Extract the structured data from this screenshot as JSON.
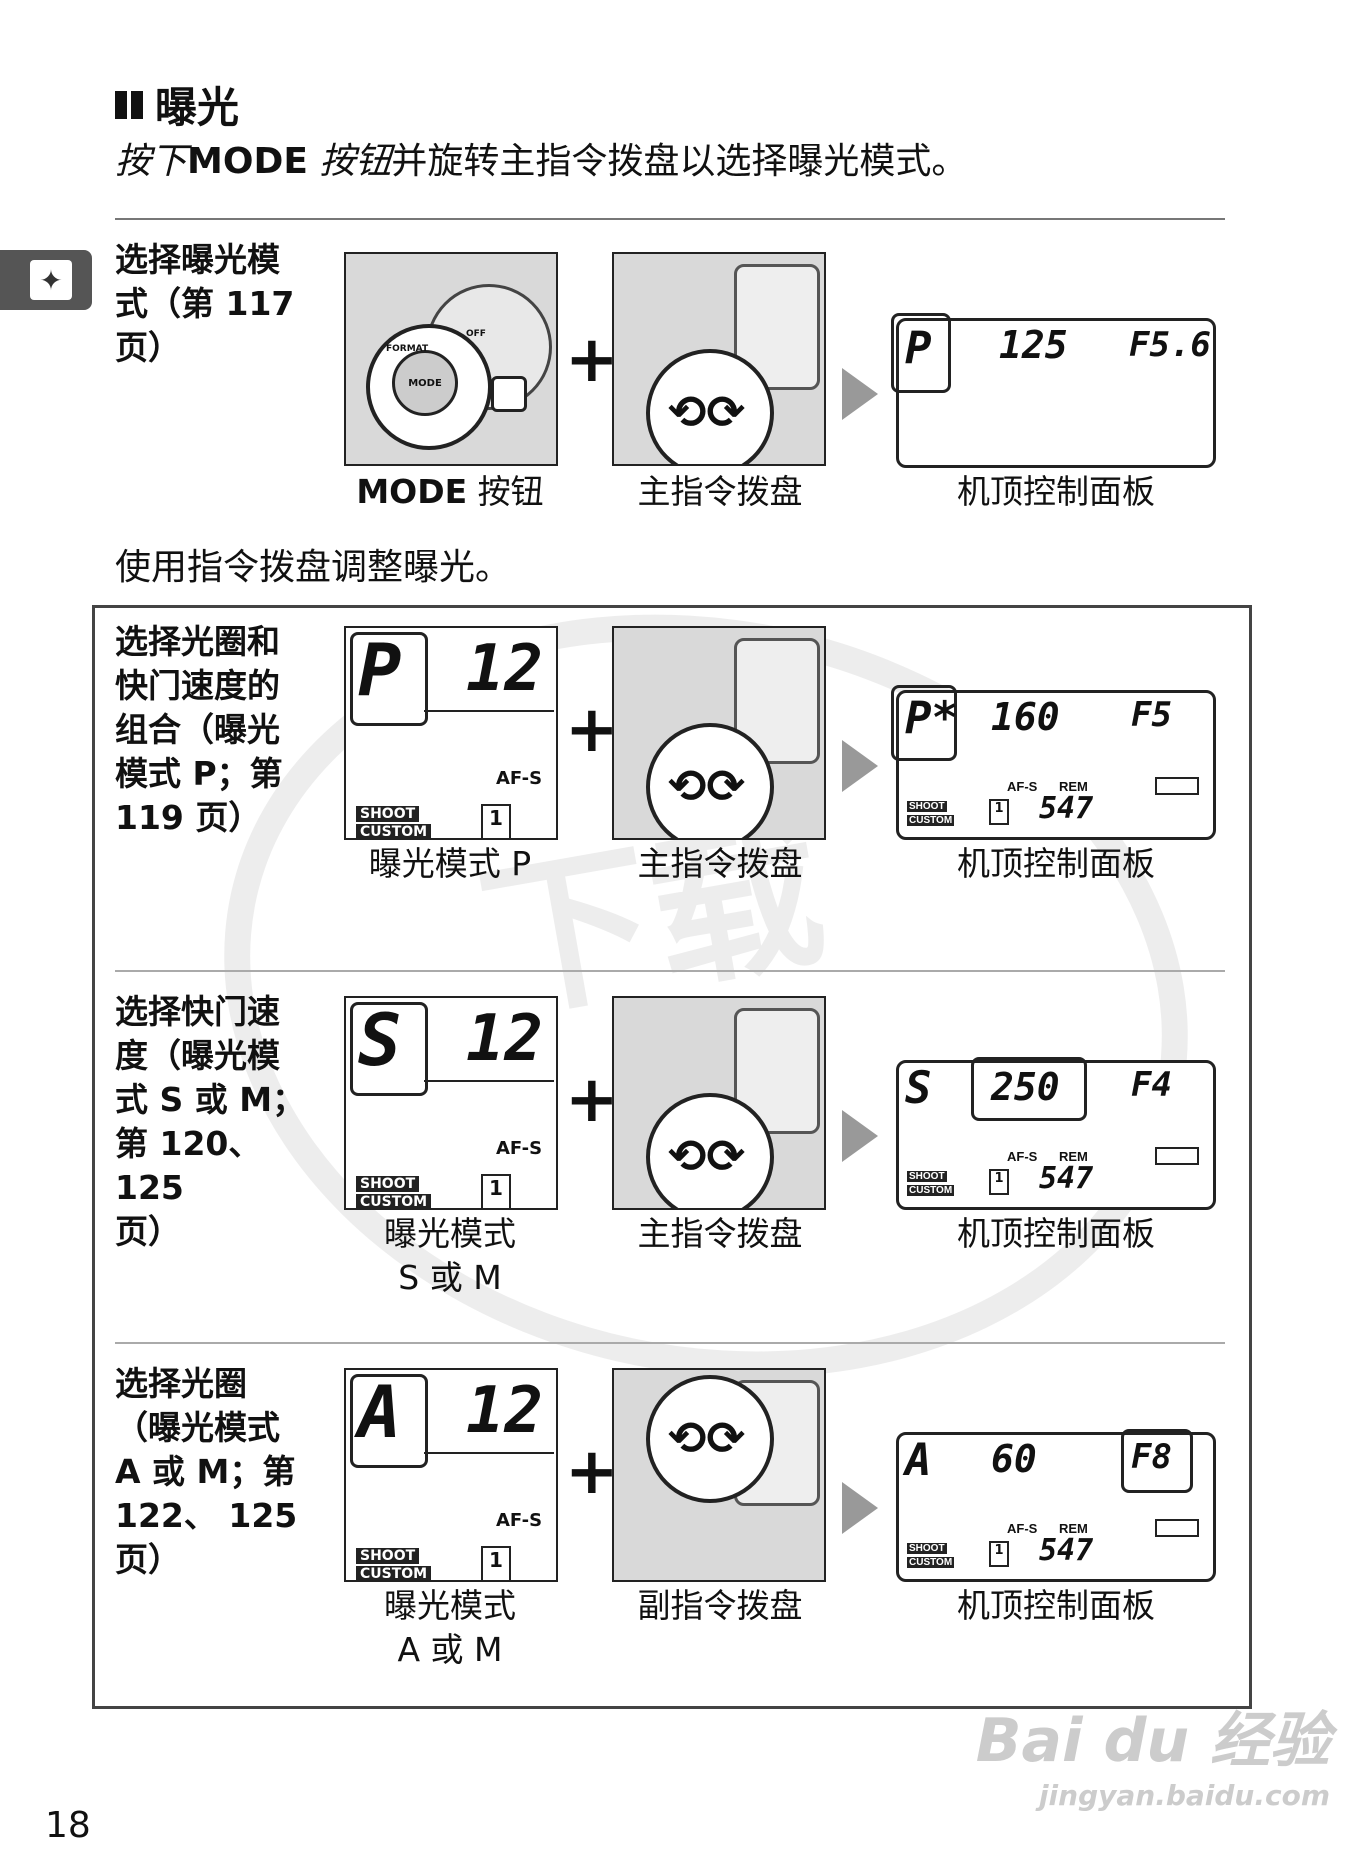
{
  "heading": {
    "title": "曝光"
  },
  "intro": {
    "pre": "按下",
    "mode": "MODE",
    "post_italic": " 按钮",
    "rest": "并旋转主指令拨盘以选择曝光模式。"
  },
  "section1": {
    "label_line1": "选择曝光模",
    "label_line2": "式（第",
    "label_page": "117",
    "label_line3": "页）",
    "cap1_mode": "MODE",
    "cap1_rest": " 按钮",
    "cap2": "主指令拨盘",
    "cap3": "机顶控制面板",
    "cam_format": "FORMAT",
    "cam_mode": "MODE",
    "cam_off": "OFF",
    "lcd_mode": "P",
    "lcd_shutter": "125",
    "lcd_aperture": "F5.6"
  },
  "middle_text": "使用指令拨盘调整曝光。",
  "rows": [
    {
      "label": [
        "选择光圈和",
        "快门速度的",
        "组合（曝光",
        "模式 P；第",
        "119 页）"
      ],
      "small_mode": "P",
      "small_num": "12",
      "cap1": [
        "曝光模式 P"
      ],
      "cap2": "主指令拨盘",
      "cap3": "机顶控制面板",
      "lcd_mode": "P*",
      "lcd_shutter": "160",
      "lcd_aperture": "F5",
      "lcd_count": "547"
    },
    {
      "label": [
        "选择快门速",
        "度（曝光模",
        "式 S 或 M；",
        "第 120、125",
        "页）"
      ],
      "small_mode": "S",
      "small_num": "12",
      "cap1": [
        "曝光模式",
        "S 或 M"
      ],
      "cap2": "主指令拨盘",
      "cap3": "机顶控制面板",
      "lcd_mode": "S",
      "lcd_shutter": "250",
      "lcd_aperture": "F4",
      "lcd_count": "547"
    },
    {
      "label": [
        "选择光圈",
        "（曝光模式",
        "A 或 M；第",
        "122、 125",
        "页）"
      ],
      "small_mode": "A",
      "small_num": "12",
      "cap1": [
        "曝光模式",
        "A 或 M"
      ],
      "cap2": "副指令拨盘",
      "cap3": "机顶控制面板",
      "lcd_mode": "A",
      "lcd_shutter": "60",
      "lcd_aperture": "F8",
      "lcd_count": "547"
    }
  ],
  "lcd_labels": {
    "afs": "AF-S",
    "rem": "REM",
    "shoot": "SHOOT",
    "custom": "CUSTOM",
    "a": "A",
    "one": "1"
  },
  "watermark": {
    "big": "下载",
    "baidu": "Bai du 经验",
    "baidu_url": "jingyan.baidu.com"
  },
  "page_number": "18"
}
